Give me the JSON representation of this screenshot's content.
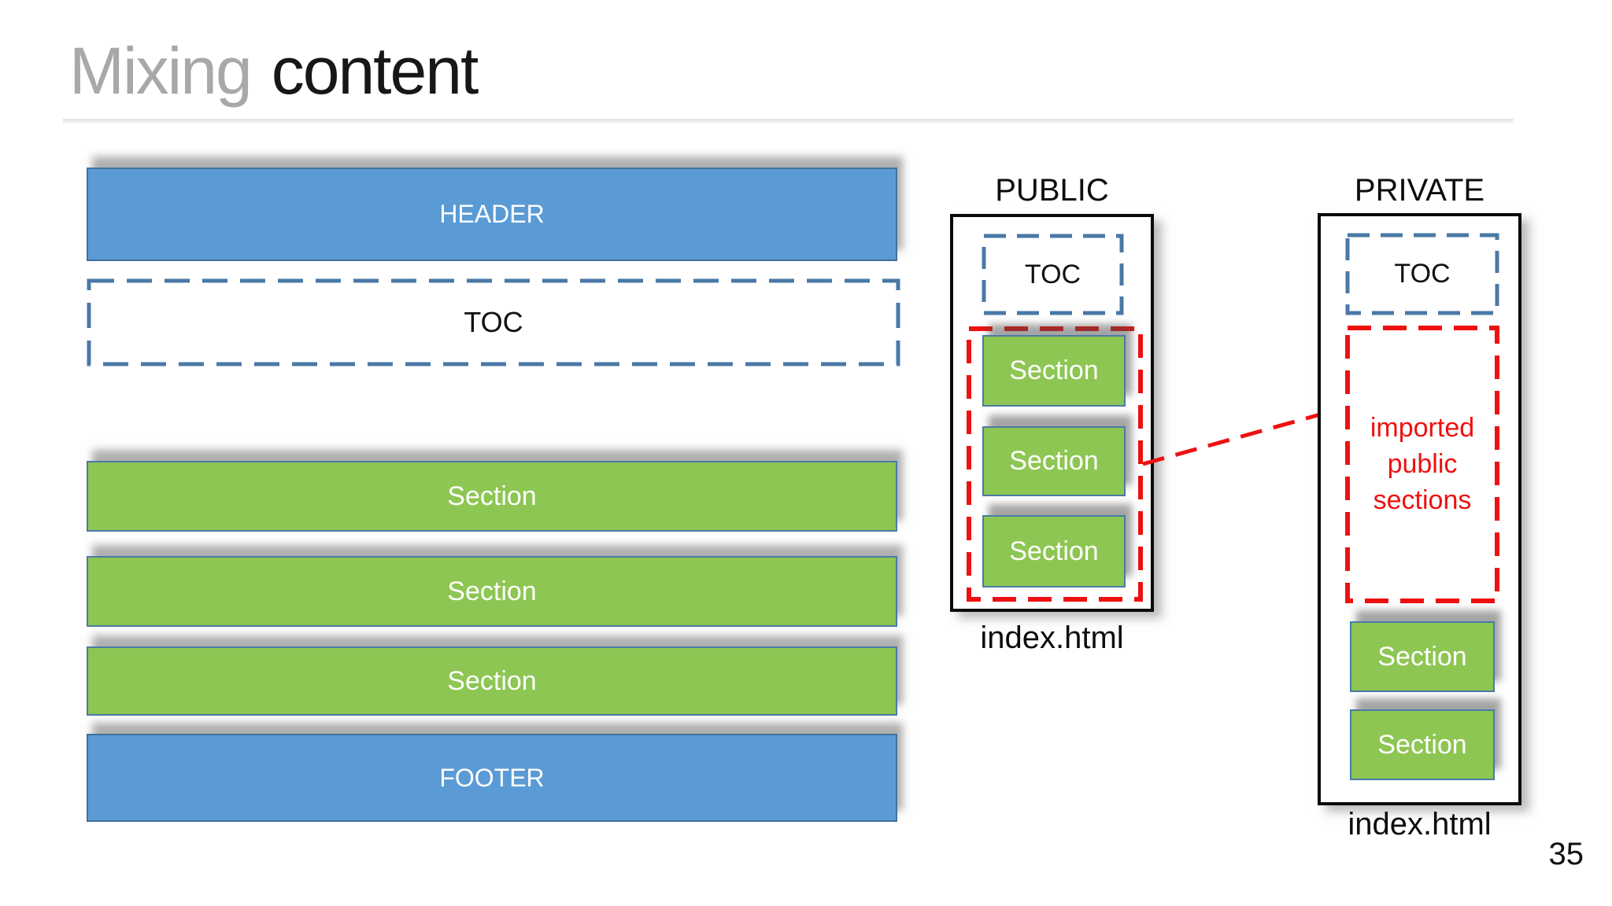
{
  "title": {
    "word_muted": "Mixing",
    "word_strong": "content"
  },
  "page_number": "35",
  "left_layout": {
    "header": "HEADER",
    "toc": "TOC",
    "sections": [
      "Section",
      "Section",
      "Section"
    ],
    "footer": "FOOTER"
  },
  "public_file": {
    "title": "PUBLIC",
    "toc": "TOC",
    "sections": [
      "Section",
      "Section",
      "Section"
    ],
    "caption": "index.html"
  },
  "private_file": {
    "title": "PRIVATE",
    "toc": "TOC",
    "imported_note_lines": [
      "imported",
      "public",
      "sections"
    ],
    "sections": [
      "Section",
      "Section"
    ],
    "caption": "index.html"
  },
  "colors": {
    "bar_blue": "#5b9bd5",
    "bar_green": "#8dc652",
    "bar_border": "#41719c",
    "dash_blue": "#4a79a6",
    "dash_red": "#ee1111",
    "box_border_black": "#0a0a0a",
    "title_muted": "#a8a8a8",
    "title_strong": "#171717"
  }
}
